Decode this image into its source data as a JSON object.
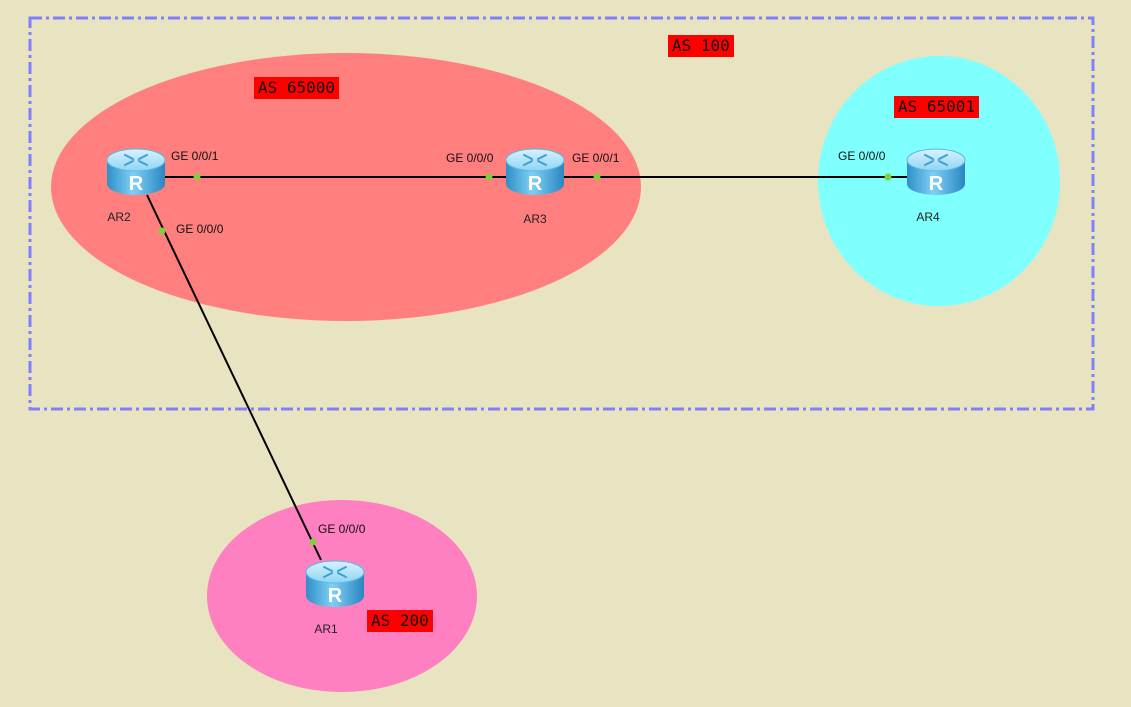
{
  "as_areas": {
    "as100": "AS 100",
    "as65000": "AS 65000",
    "as65001": "AS 65001",
    "as200": "AS 200"
  },
  "routers": {
    "ar1": "AR1",
    "ar2": "AR2",
    "ar3": "AR3",
    "ar4": "AR4"
  },
  "ports": {
    "ar2_ge001": "GE 0/0/1",
    "ar2_ge000": "GE 0/0/0",
    "ar3_ge000": "GE 0/0/0",
    "ar3_ge001": "GE 0/0/1",
    "ar4_ge000": "GE 0/0/0",
    "ar1_ge000": "GE 0/0/0"
  },
  "colors": {
    "background": "#e8e3c0",
    "as65000_fill": "#ff7f7f",
    "as65001_fill": "#80ffff",
    "as200_fill": "#ff80c0",
    "as100_border": "#8080ff",
    "label_bg": "#ff0000",
    "link": "#000000",
    "port_dot": "#7fd13b"
  },
  "icons": {
    "router": "router-icon"
  }
}
